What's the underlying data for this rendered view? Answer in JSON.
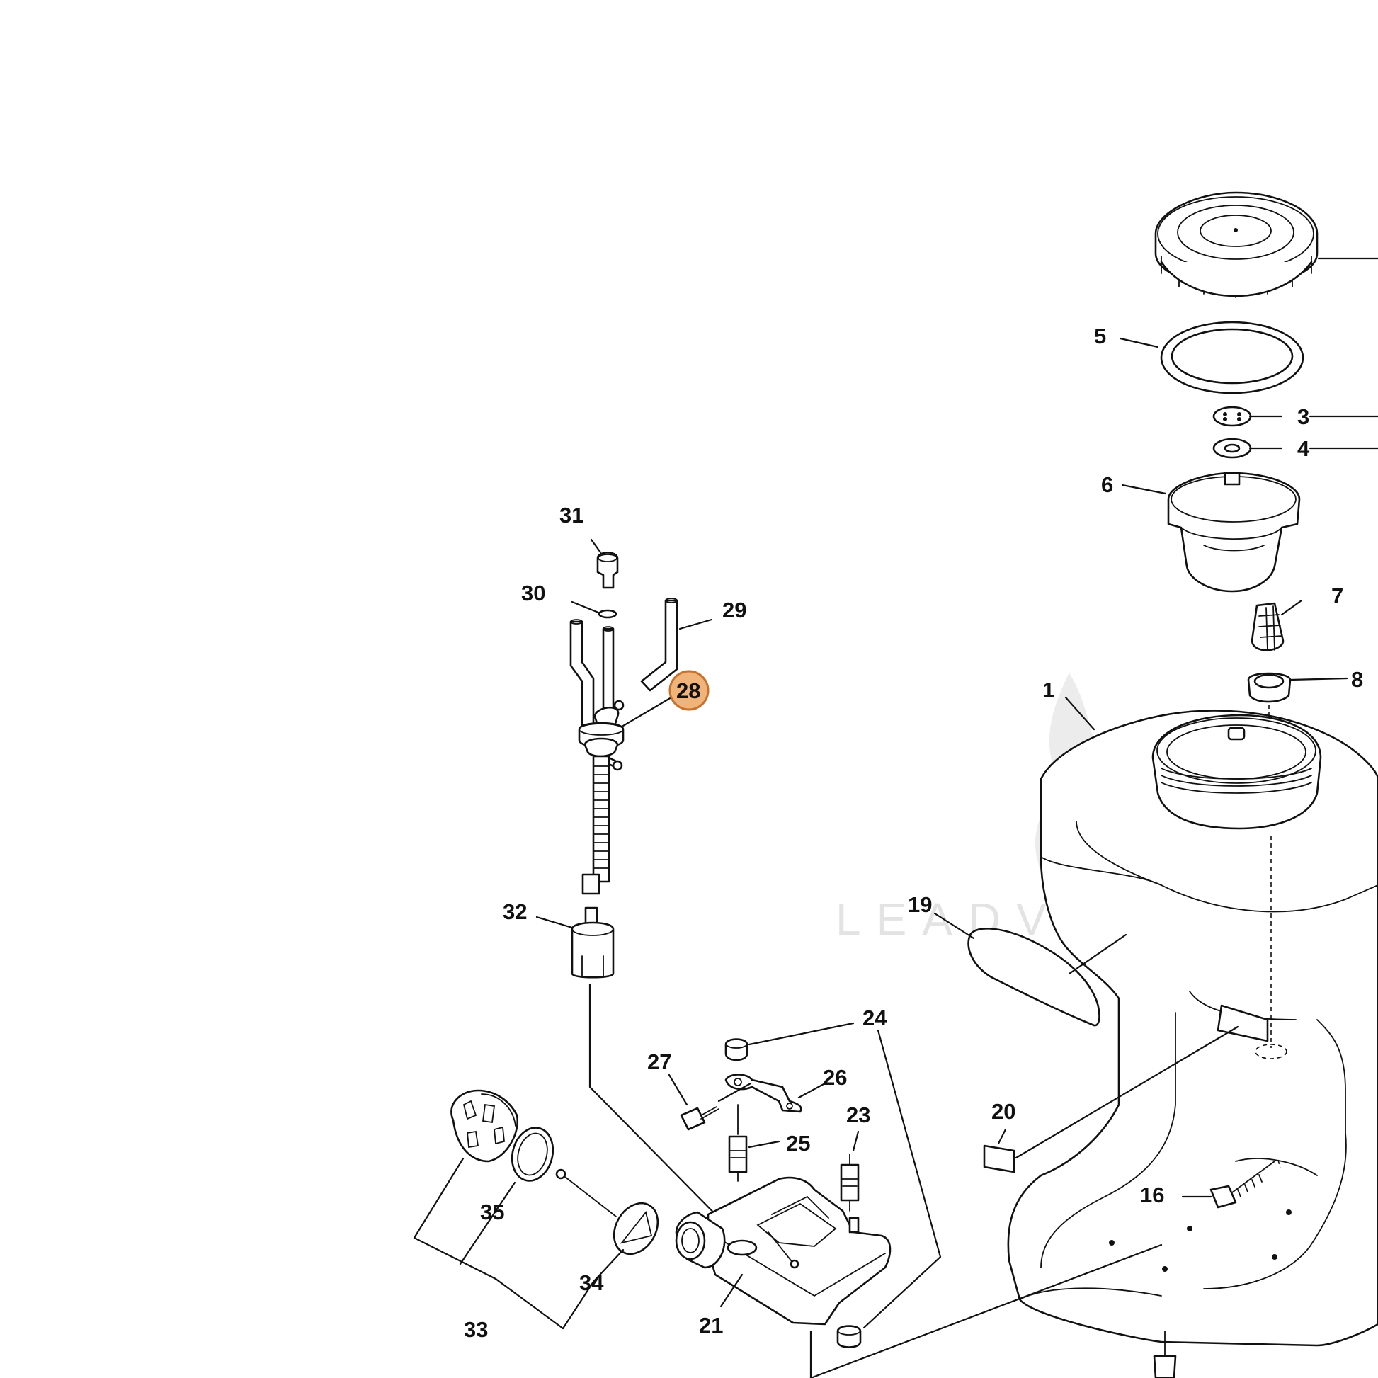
{
  "watermark": {
    "text": "LEADVENTURE"
  },
  "callouts": {
    "c1": "1",
    "c3": "3",
    "c4": "4",
    "c5": "5",
    "c6": "6",
    "c7": "7",
    "c8": "8",
    "c16": "16",
    "c19": "19",
    "c20": "20",
    "c21": "21",
    "c23": "23",
    "c24": "24",
    "c25": "25",
    "c26": "26",
    "c27": "27",
    "c28": "28",
    "c29": "29",
    "c30": "30",
    "c31": "31",
    "c32": "32",
    "c33": "33",
    "c34": "34",
    "c35": "35"
  },
  "highlight": {
    "part": "28",
    "color": "#f0b37a"
  }
}
